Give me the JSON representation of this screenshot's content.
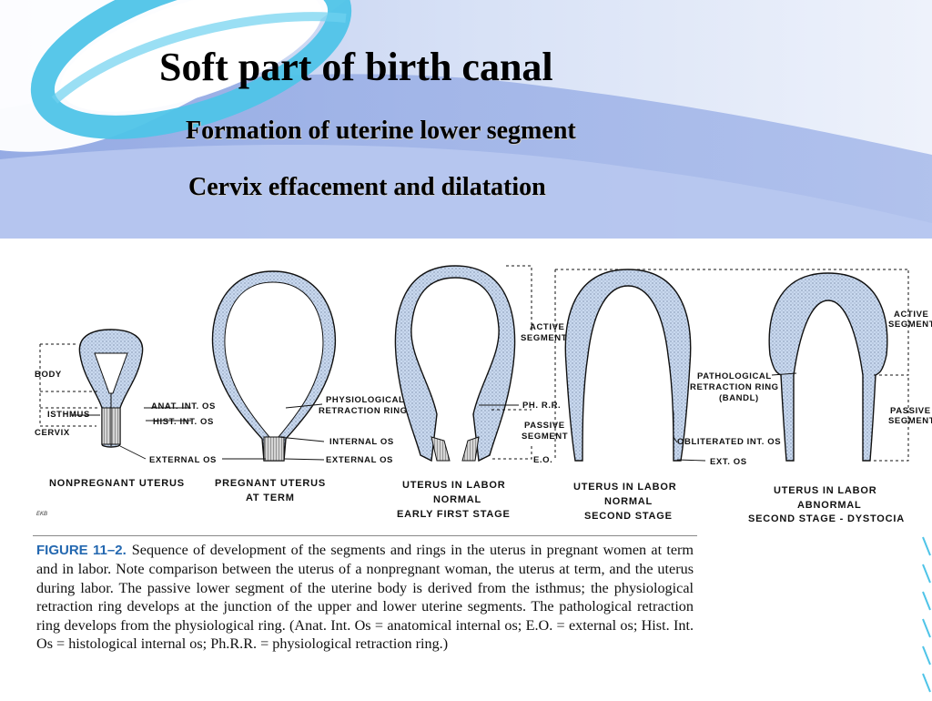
{
  "slide": {
    "title": "Soft part of  birth canal",
    "subtitle_1": "Formation of uterine lower segment",
    "subtitle_2": "Cervix effacement and dilatation"
  },
  "figure": {
    "labels": {
      "body": "BODY",
      "isthmus": "ISTHMUS",
      "cervix": "CERVIX",
      "anat_int_os": "ANAT. INT. OS",
      "hist_int_os": "HIST. INT. OS",
      "external_os": "EXTERNAL OS",
      "physio_ring_1": "PHYSIOLOGICAL",
      "physio_ring_2": "RETRACTION RING",
      "internal_os": "INTERNAL OS",
      "external_os_2": "EXTERNAL OS",
      "active_segment_1": "ACTIVE",
      "active_segment_2": "SEGMENT",
      "ph_rr": "PH. R.R.",
      "passive_segment_1": "PASSIVE",
      "passive_segment_2": "SEGMENT",
      "eo": "E.O.",
      "patho_ring_1": "PATHOLOGICAL",
      "patho_ring_2": "RETRACTION RING",
      "patho_ring_3": "(BANDL)",
      "obliterated_int_os": "OBLITERATED INT. OS",
      "ext_os": "EXT. OS",
      "active_segment_r1": "ACTIVE",
      "active_segment_r2": "SEGMENT",
      "passive_segment_r1": "PASSIVE",
      "passive_segment_r2": "SEGMENT",
      "signature": "EKB"
    },
    "captions": {
      "nonpregnant": [
        "NONPREGNANT UTERUS"
      ],
      "pregnant": [
        "PREGNANT UTERUS",
        "AT TERM"
      ],
      "labor_first": [
        "UTERUS IN LABOR",
        "NORMAL",
        "EARLY FIRST STAGE"
      ],
      "labor_second": [
        "UTERUS IN LABOR",
        "NORMAL",
        "SECOND STAGE"
      ],
      "dystocia": [
        "UTERUS IN LABOR",
        "ABNORMAL",
        "SECOND STAGE - DYSTOCIA"
      ]
    },
    "caption_text": {
      "lead": "FIGURE 11–2.",
      "body": "Sequence of development of the segments and rings in the uterus in pregnant women at term and in labor. Note comparison between the uterus of a nonpregnant woman, the uterus at term, and the uterus during labor. The passive lower segment of the uterine body is derived from the isthmus; the physiological retraction ring develops at the junction of the upper and lower uterine segments. The pathological retraction ring develops from the physiological ring. (Anat. Int. Os = anatomical internal os; E.O. = external os; Hist. Int. Os = histological internal os; Ph.R.R. = physiological retraction ring.)"
    }
  },
  "colors": {
    "wall_fill": "#c9d9ef",
    "header_blue": "#9fb4e6",
    "header_light": "#e6edf9",
    "swirl": "#4fc4e8",
    "caption_accent": "#2468b0"
  }
}
